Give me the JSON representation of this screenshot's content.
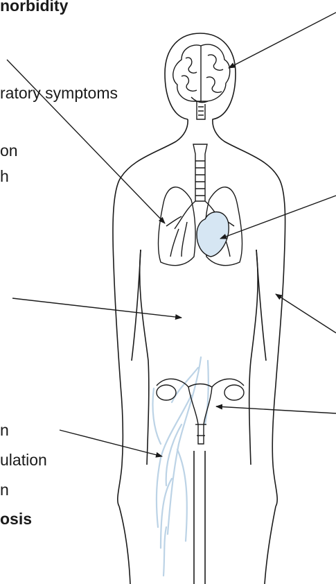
{
  "labels": {
    "top": "norbidity",
    "respiratory": "ratory symptoms",
    "left_mid_1": "on",
    "left_mid_2": "h",
    "lower_1": "n",
    "lower_2": "ulation",
    "lower_3": "n",
    "lower_4": "osis"
  },
  "colors": {
    "outline": "#1a1a1a",
    "organ_fill": "#d6e6f3",
    "vein": "#bcd3e6"
  },
  "icons": [
    "brain-icon",
    "lungs-icon",
    "heart-icon",
    "uterus-icon",
    "vein-icon"
  ]
}
